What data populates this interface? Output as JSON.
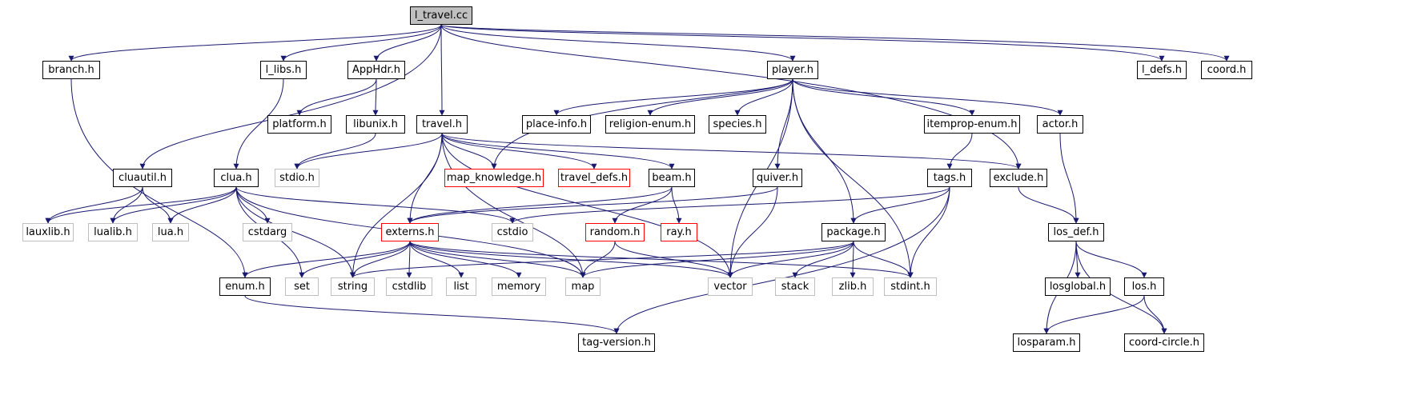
{
  "graph": {
    "nodes": {
      "l_travel_cc": "l_travel.cc",
      "branch_h": "branch.h",
      "l_libs_h": "l_libs.h",
      "AppHdr_h": "AppHdr.h",
      "player_h": "player.h",
      "l_defs_h": "l_defs.h",
      "coord_h": "coord.h",
      "platform_h": "platform.h",
      "libunix_h": "libunix.h",
      "travel_h": "travel.h",
      "place_info_h": "place-info.h",
      "religion_enum_h": "religion-enum.h",
      "species_h": "species.h",
      "itemprop_enum_h": "itemprop-enum.h",
      "actor_h": "actor.h",
      "cluautil_h": "cluautil.h",
      "clua_h": "clua.h",
      "stdio_h": "stdio.h",
      "map_knowledge_h": "map_knowledge.h",
      "travel_defs_h": "travel_defs.h",
      "beam_h": "beam.h",
      "quiver_h": "quiver.h",
      "tags_h": "tags.h",
      "exclude_h": "exclude.h",
      "lauxlib_h": "lauxlib.h",
      "lualib_h": "lualib.h",
      "lua_h": "lua.h",
      "cstdarg": "cstdarg",
      "externs_h": "externs.h",
      "cstdio": "cstdio",
      "random_h": "random.h",
      "ray_h": "ray.h",
      "package_h": "package.h",
      "los_def_h": "los_def.h",
      "enum_h": "enum.h",
      "set": "set",
      "string": "string",
      "cstdlib": "cstdlib",
      "list": "list",
      "memory": "memory",
      "map": "map",
      "vector": "vector",
      "stack": "stack",
      "zlib_h": "zlib.h",
      "stdint_h": "stdint.h",
      "losglobal_h": "losglobal.h",
      "los_h": "los.h",
      "tag_version_h": "tag-version.h",
      "losparam_h": "losparam.h",
      "coord_circle_h": "coord-circle.h"
    }
  }
}
